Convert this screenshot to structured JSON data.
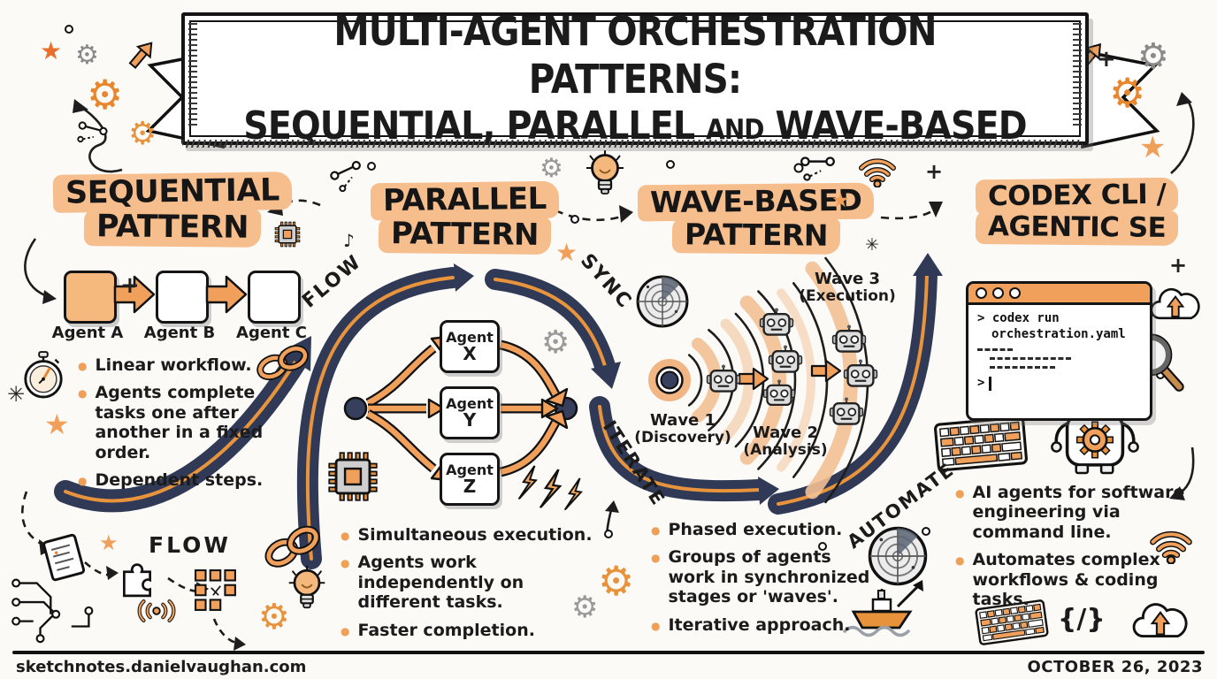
{
  "banner": {
    "title_line1": "MULTI-AGENT ORCHESTRATION PATTERNS:",
    "title_line2_a": "SEQUENTIAL, PARALLEL",
    "title_line2_and": "AND",
    "title_line2_b": "WAVE-BASED"
  },
  "sequential": {
    "heading_line1": "SEQUENTIAL",
    "heading_line2": "PATTERN",
    "agents": [
      "Agent A",
      "Agent B",
      "Agent C"
    ],
    "bullets": [
      "Linear workflow.",
      "Agents complete tasks one after another in a fixed order.",
      "Dependent steps."
    ],
    "flow_label": "FLOW"
  },
  "parallel": {
    "heading_line1": "PARALLEL",
    "heading_line2": "PATTERN",
    "flow_label": "FLOW",
    "sync_label": "SYNC",
    "agents": [
      {
        "word": "Agent",
        "letter": "X"
      },
      {
        "word": "Agent",
        "letter": "Y"
      },
      {
        "word": "Agent",
        "letter": "Z"
      }
    ],
    "bullets": [
      "Simultaneous execution.",
      "Agents work independently on different tasks.",
      "Faster completion."
    ]
  },
  "wave": {
    "heading_line1": "WAVE-BASED",
    "heading_line2": "PATTERN",
    "iterate_label": "ITERATE",
    "automate_label": "AUTOMATE",
    "waves": [
      {
        "name": "Wave 1",
        "phase": "(Discovery)"
      },
      {
        "name": "Wave 2",
        "phase": "(Analysis)"
      },
      {
        "name": "Wave 3",
        "phase": "(Execution)"
      }
    ],
    "bullets": [
      "Phased execution.",
      "Groups of agents work in synchronized stages or 'waves'.",
      "Iterative approach."
    ]
  },
  "codex": {
    "heading_line1": "CODEX CLI /",
    "heading_line2": "AGENTIC SE",
    "terminal": {
      "command_line1": "> codex run",
      "command_line2": "orchestration.yaml",
      "prompt": ">"
    },
    "bullets": [
      "AI agents for software engineering via command line.",
      "Automates complex workflows & coding tasks."
    ],
    "code_symbol": "{/}"
  },
  "footer": {
    "website": "sketchnotes.danielvaughan.com",
    "date": "OCTOBER 26, 2023"
  },
  "icons": {
    "gear": "⚙",
    "star": "★",
    "asterisk": "✳",
    "plus": "+",
    "note": "♪",
    "bullet": "●"
  },
  "colors": {
    "accent_orange": "#F0A05A",
    "highlight": "#F6BE8D",
    "navy": "#303A56",
    "ink": "#1b1b1b"
  }
}
